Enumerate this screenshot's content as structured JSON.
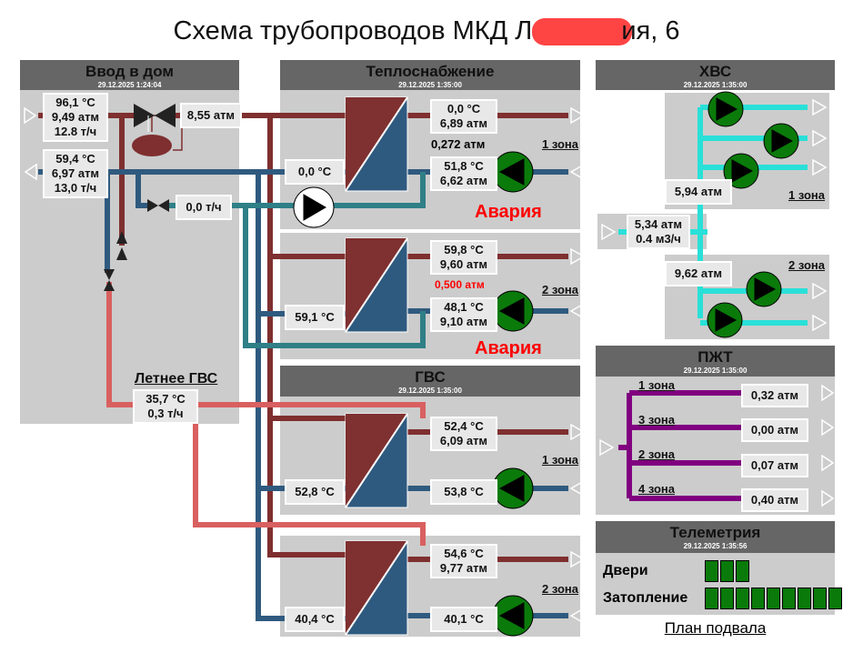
{
  "title": {
    "prefix": "Схема трубопроводов МКД Л",
    "suffix": "ия, 6"
  },
  "vvod": {
    "title": "Ввод в дом",
    "time": "29.12.2025 1:24:04",
    "supply": [
      "96,1 °C",
      "9,49 атм",
      "12.8 т/ч"
    ],
    "return": [
      "59,4 °C",
      "6,97 атм",
      "13,0 т/ч"
    ],
    "after_valve": "8,55 атм",
    "bypass_flow": "0,0 т/ч",
    "summer_label": "Летнее ГВС",
    "summer": [
      "35,7 °C",
      "0,3 т/ч"
    ]
  },
  "heat": {
    "title": "Теплоснабжение",
    "time": "29.12.2025 1:35:00",
    "z1": {
      "out": [
        "0,0 °C",
        "6,89 атм"
      ],
      "dp": "0,272 атм",
      "ret": [
        "51,8 °C",
        "6,62 атм"
      ],
      "in_temp": "0,0 °C",
      "zone": "1 зона",
      "alarm": "Авария"
    },
    "z2": {
      "out": [
        "59,8 °C",
        "9,60 атм"
      ],
      "dp": "0,500 атм",
      "ret": [
        "48,1 °C",
        "9,10 атм"
      ],
      "in_temp": "59,1 °C",
      "zone": "2 зона",
      "alarm": "Авария"
    }
  },
  "gvs": {
    "title": "ГВС",
    "time": "29.12.2025 1:35:00",
    "z1": {
      "out": [
        "52,4 °C",
        "6,09 атм"
      ],
      "ret": "53,8 °C",
      "in_temp": "52,8 °C",
      "zone": "1 зона"
    },
    "z2": {
      "out": [
        "54,6 °C",
        "9,77 атм"
      ],
      "ret": "40,1 °C",
      "in_temp": "40,4 °C",
      "zone": "2 зона"
    }
  },
  "hvs": {
    "title": "ХВС",
    "time": "29.12.2025 1:35:00",
    "z1_pressure": "5,94 атм",
    "inlet": [
      "5,34 атм",
      "0.4 м3/ч"
    ],
    "z2_pressure": "9,62 атм",
    "zone1": "1 зона",
    "zone2": "2 зона"
  },
  "pzht": {
    "title": "ПЖТ",
    "time": "29.12.2025 1:35:00",
    "zones": [
      {
        "label": "1 зона",
        "value": "0,32 атм"
      },
      {
        "label": "3 зона",
        "value": "0,00 атм"
      },
      {
        "label": "2 зона",
        "value": "0,07 атм"
      },
      {
        "label": "4 зона",
        "value": "0,40 атм"
      }
    ]
  },
  "telemetry": {
    "title": "Телеметрия",
    "time": "29.12.2025 1:35:56",
    "doors_label": "Двери",
    "doors_count": 3,
    "flood_label": "Затопление",
    "flood_count": 9,
    "status_color": "#0a7a0a"
  },
  "basement_link": "План подвала",
  "colors": {
    "supply": "#7f2f2f",
    "return": "#2f5a7f",
    "bypass": "#2f7f87",
    "summer": "#d96060",
    "cold": "#29e0d8",
    "pzht": "#800080",
    "pump": "#0a7a0a",
    "alarm": "#ff0000"
  }
}
